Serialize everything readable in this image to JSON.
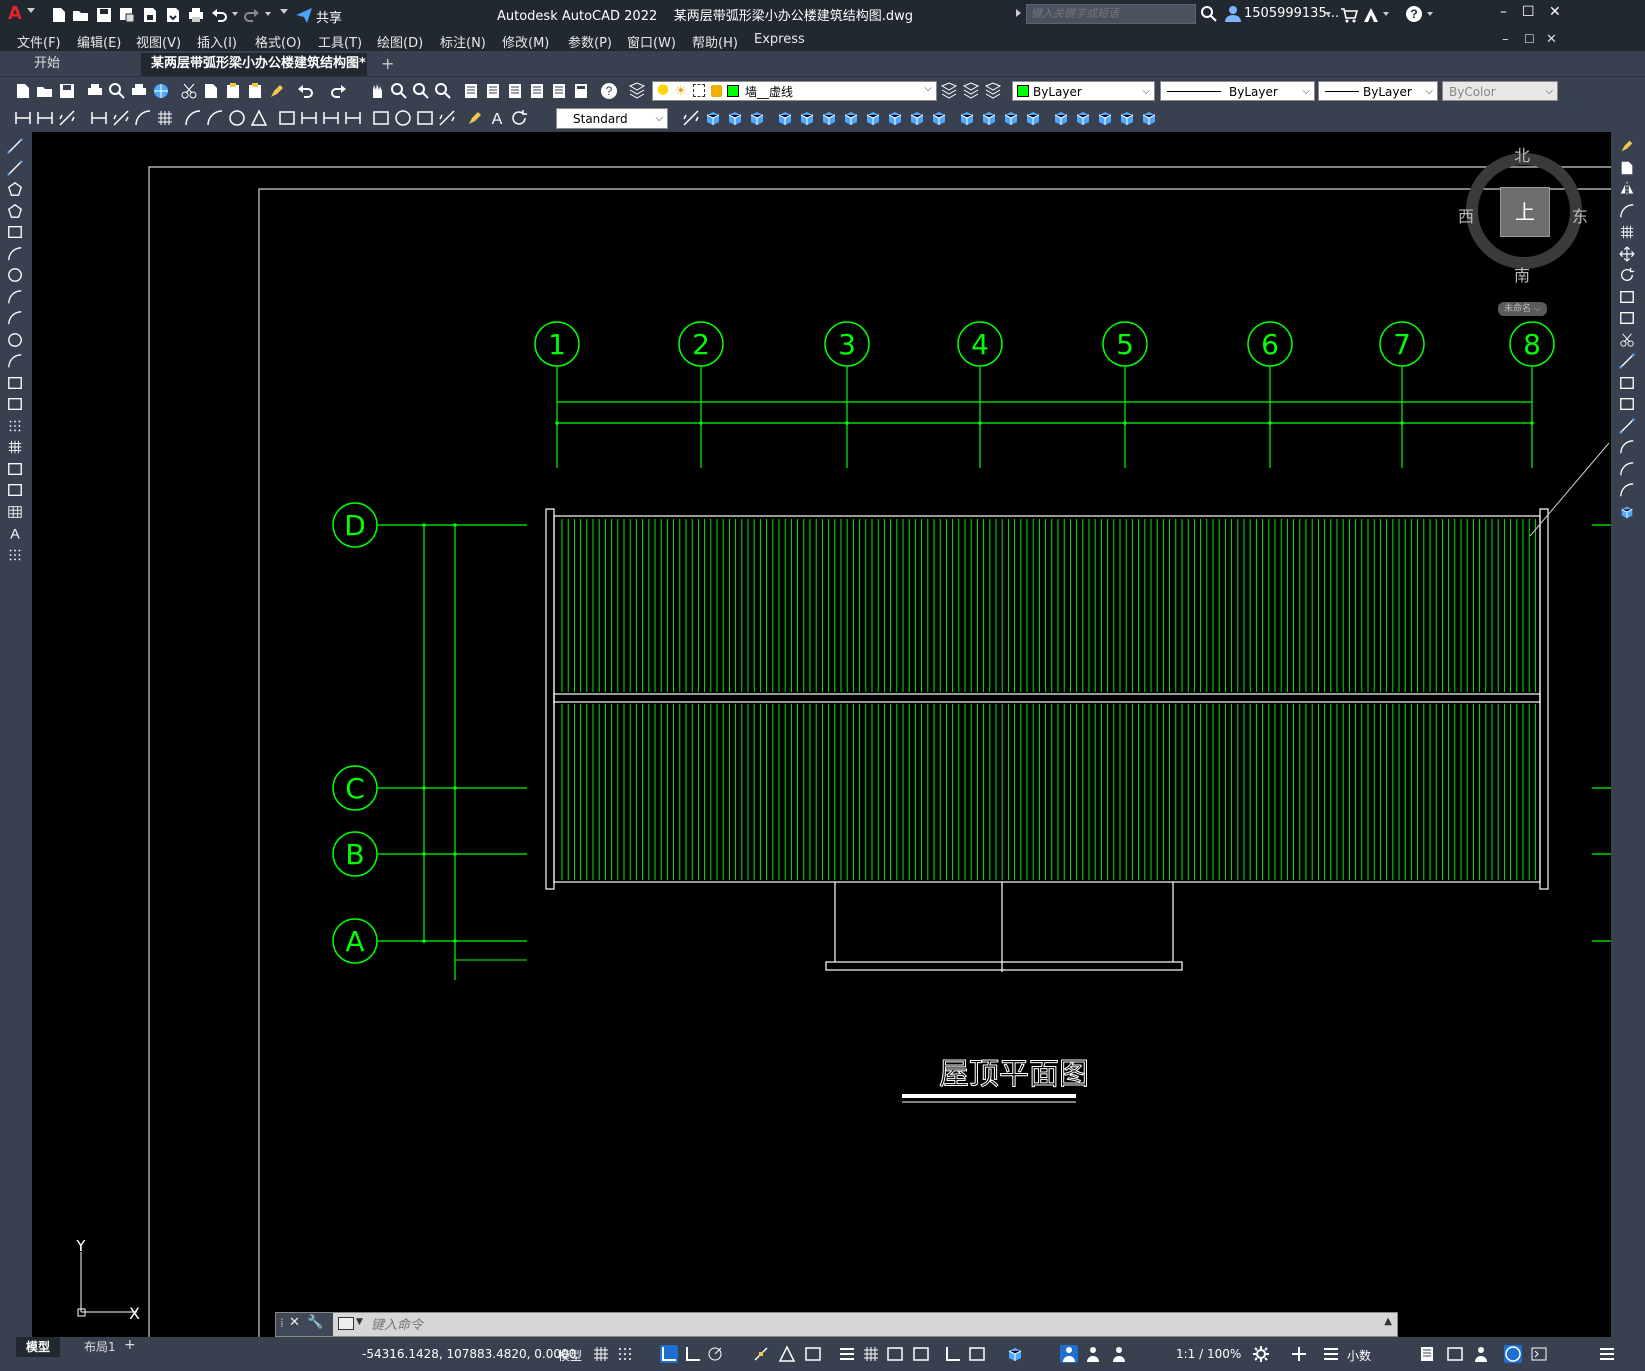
{
  "title": {
    "app_logo": "A",
    "share_label": "共享",
    "window_title": "Autodesk AutoCAD 2022    某两层带弧形梁小办公楼建筑结构图.dwg",
    "search_placeholder": "键入关键字或短语",
    "user_name": "1505999135...",
    "controls": {
      "minimize": "–",
      "maximize": "☐",
      "close": "✕"
    }
  },
  "menu": {
    "items": [
      "文件(F)",
      "编辑(E)",
      "视图(V)",
      "插入(I)",
      "格式(O)",
      "工具(T)",
      "绘图(D)",
      "标注(N)",
      "修改(M)",
      "参数(P)",
      "窗口(W)",
      "帮助(H)",
      "Express"
    ]
  },
  "tabs": {
    "start": "开始",
    "drawing": "某两层带弧形梁小办公楼建筑结构图*",
    "close": "✕",
    "add": "+"
  },
  "layer": {
    "current": "墙__虚线",
    "color": "ByLayer",
    "linetype": "ByLayer",
    "lineweight": "ByLayer",
    "plotstyle": "ByColor",
    "swatch": "#00ff00"
  },
  "style": {
    "text_style": "Standard"
  },
  "viewcube": {
    "north": "北",
    "south": "南",
    "east": "东",
    "west": "西",
    "face": "上",
    "ucs": "未命名"
  },
  "drawing": {
    "grid_columns": [
      "1",
      "2",
      "3",
      "4",
      "5",
      "6",
      "7",
      "8"
    ],
    "grid_rows": [
      "D",
      "C",
      "B",
      "A"
    ],
    "title": "屋顶平面图",
    "line_color": "#00ff00",
    "outline_color": "#ffffff"
  },
  "ucs_icon": {
    "x": "X",
    "y": "Y"
  },
  "command": {
    "placeholder": "键入命令"
  },
  "status": {
    "tab_model": "模型",
    "tab_layout": "布局1",
    "add_layout": "+",
    "coords": "-54316.1428, 107883.4820, 0.0000",
    "model_label": "模型",
    "scale": "1:1 / 100%",
    "units": "小数"
  }
}
